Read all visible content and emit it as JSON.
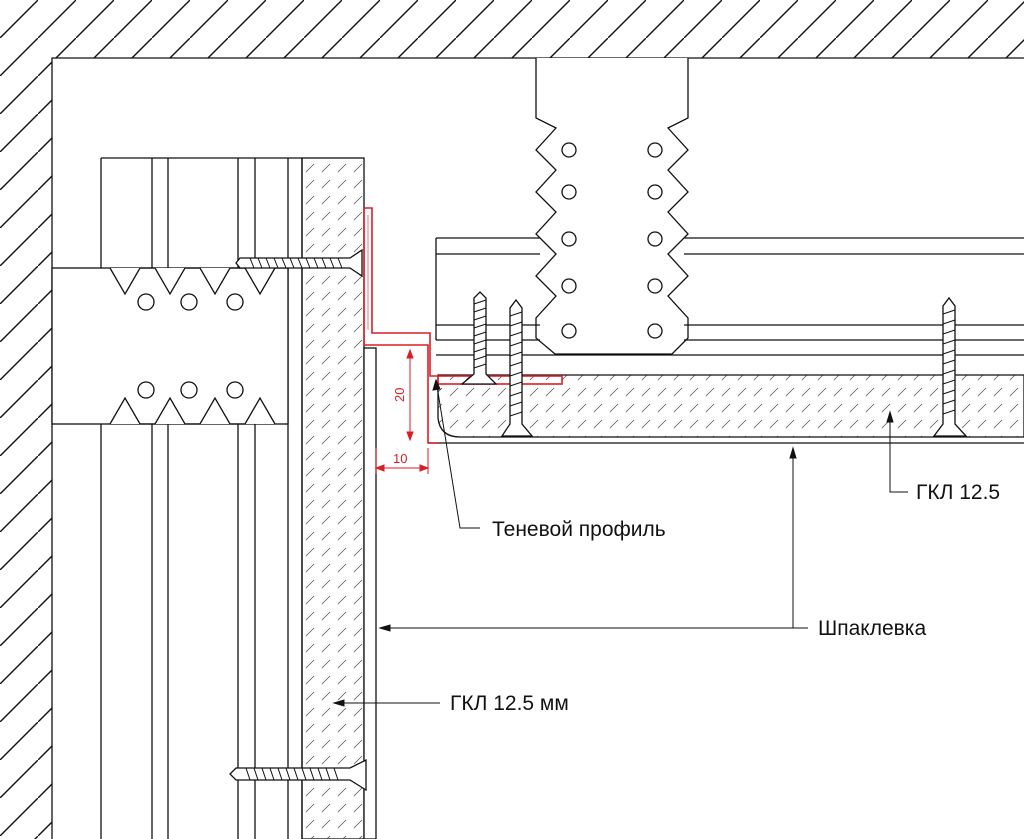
{
  "labels": {
    "shadow_profile": "Теневой профиль",
    "gkl_ceiling": "ГКЛ 12.5",
    "putty": "Шпаклевка",
    "gkl_wall": "ГКЛ 12.5 мм"
  },
  "dimensions": {
    "height": "20",
    "width": "10"
  },
  "colors": {
    "line": "#111111",
    "profile": "#d81f26",
    "hatch": "#444444",
    "background": "#ffffff"
  },
  "icons": [
    "screw-icon",
    "screw-icon",
    "screw-icon",
    "screw-icon",
    "screw-icon"
  ]
}
